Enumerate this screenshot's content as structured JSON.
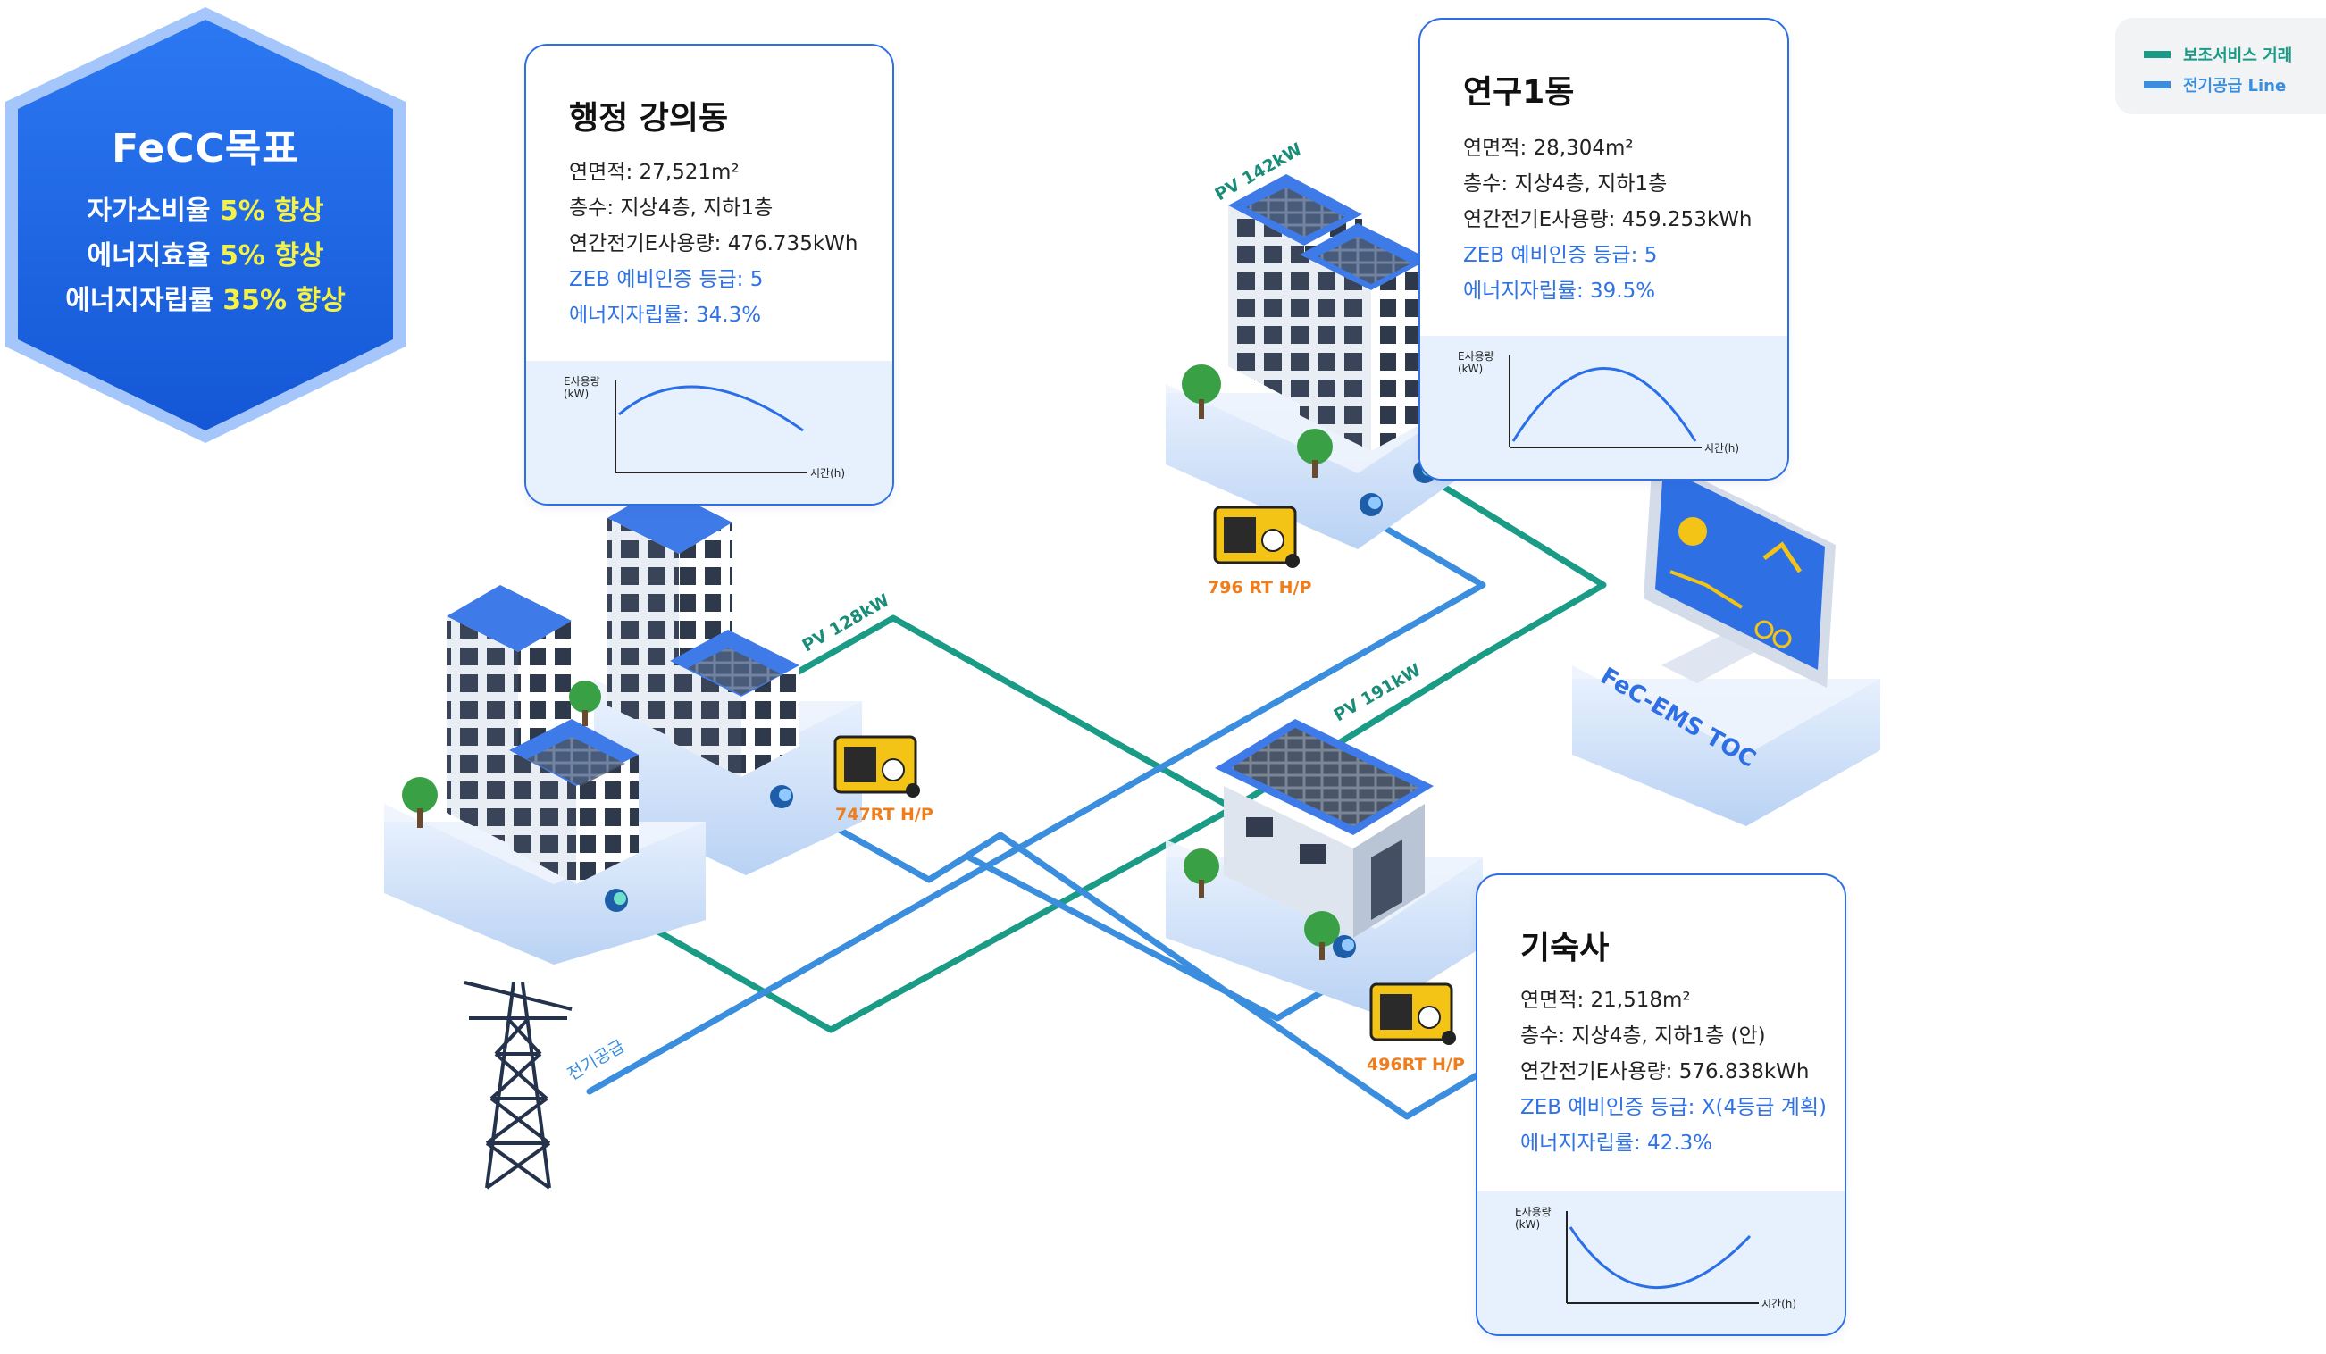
{
  "goal": {
    "title": "FeCC목표",
    "lines": [
      {
        "label": "자가소비율",
        "value": "5% 향상"
      },
      {
        "label": "에너지효율",
        "value": "5% 향상"
      },
      {
        "label": "에너지자립률",
        "value": "35% 향상"
      }
    ]
  },
  "legend": {
    "items": [
      {
        "label": "보조서비스 거래",
        "color": "#1a9b86"
      },
      {
        "label": "전기공급 Line",
        "color": "#3b8ede"
      }
    ]
  },
  "buildings": [
    {
      "title": "행정 강의동",
      "area_label": "연면적: 27,521m²",
      "floors_label": "층수: 지상4층, 지하1층",
      "usage_label": "연간전기E사용량: 476.735kWh",
      "zeb_label": "ZEB 예비인증 등급: 5",
      "selfsuff_label": "에너지자립률: 34.3%",
      "chart": {
        "y_label": "E사용량\n(kW)",
        "x_label": "시간(h)",
        "shape": "arch"
      }
    },
    {
      "title": "연구1동",
      "area_label": "연면적: 28,304m²",
      "floors_label": "층수: 지상4층, 지하1층",
      "usage_label": "연간전기E사용량: 459.253kWh",
      "zeb_label": "ZEB 예비인증 등급: 5",
      "selfsuff_label": "에너지자립률: 39.5%",
      "chart": {
        "y_label": "E사용량\n(kW)",
        "x_label": "시간(h)",
        "shape": "arch"
      }
    },
    {
      "title": "기숙사",
      "area_label": "연면적: 21,518m²",
      "floors_label": "층수: 지상4층, 지하1층 (안)",
      "usage_label": "연간전기E사용량: 576.838kWh",
      "zeb_label": "ZEB 예비인증 등급: X(4등급 계획)",
      "selfsuff_label": "에너지자립률: 42.3%",
      "chart": {
        "y_label": "E사용량\n(kW)",
        "x_label": "시간(h)",
        "shape": "valley"
      }
    }
  ],
  "pv_labels": [
    "PV 128kW",
    "PV 142kW",
    "PV 191kW"
  ],
  "heatpump_labels": [
    "747RT H/P",
    "796 RT H/P",
    "496RT H/P"
  ],
  "toc_label": "FeC-EMS TOC",
  "power_supply_label": "전기공급",
  "colors": {
    "primary_blue": "#2f6fe4",
    "trade_line": "#1a9b86",
    "supply_line": "#3b8ede",
    "highlight_yellow": "#f4f246",
    "heatpump_label": "#f07d1a",
    "pv_label": "#1a8c77",
    "card_chart_bg": "#e6f1fd"
  }
}
